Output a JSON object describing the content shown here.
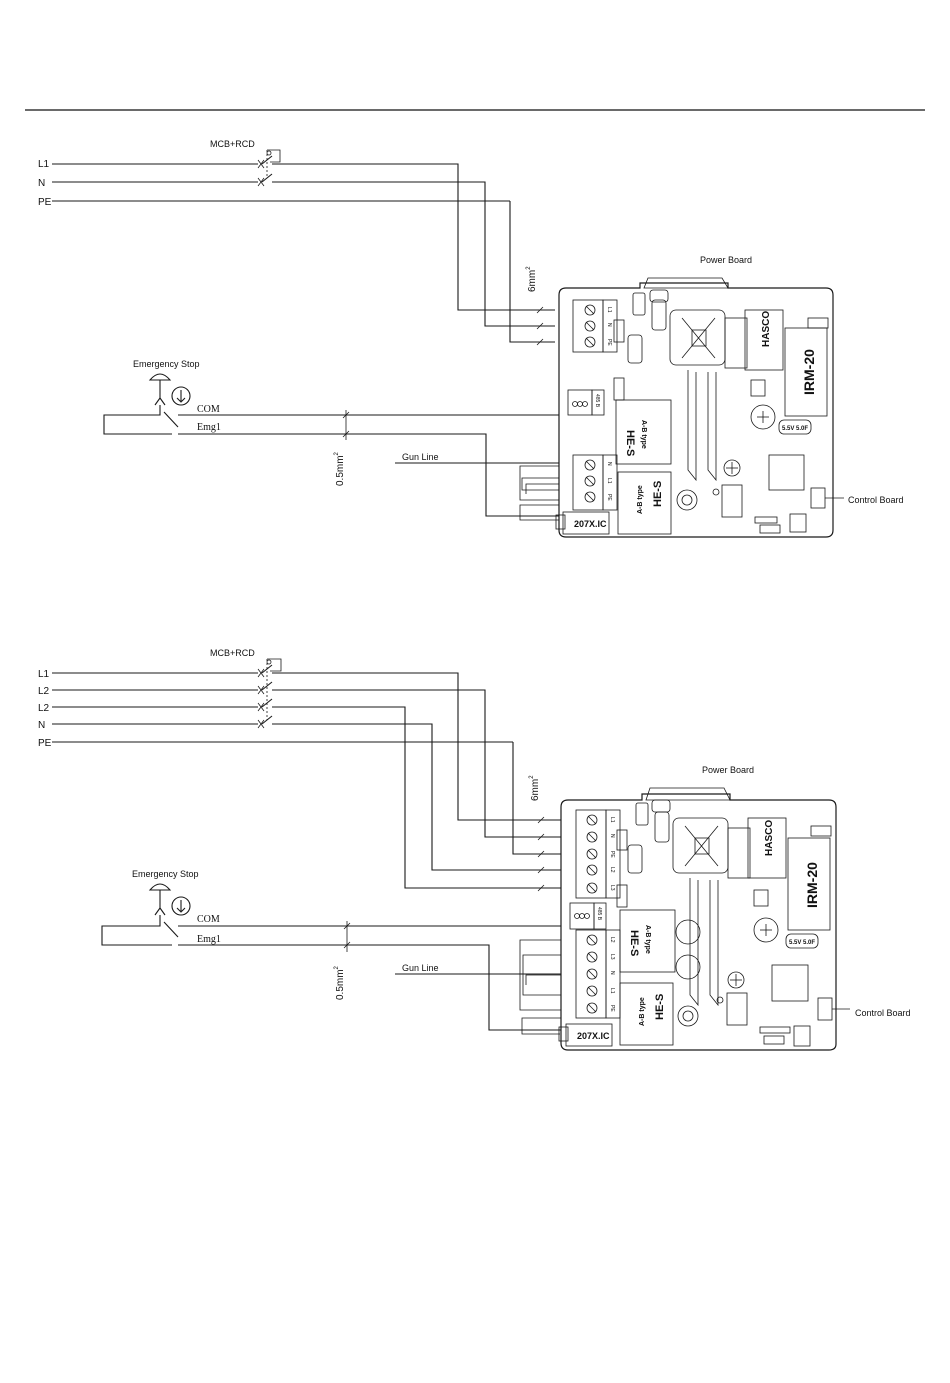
{
  "diagrams": [
    {
      "breaker_label": "MCB+RCD",
      "lines": [
        "L1",
        "N",
        "PE"
      ],
      "cable_size_power": "6mm",
      "cable_size_signal": "0.5mm",
      "power_board_label": "Power Board",
      "control_board_label": "Control Board",
      "emergency_stop_label": "Emergency Stop",
      "com_label": "COM",
      "emg_label": "Emg1",
      "gun_line_label": "Gun Line",
      "input_terminals": [
        "L1",
        "N",
        "PE"
      ],
      "output_terminals": [
        "N",
        "L1",
        "PE"
      ],
      "rs485_terminals": [
        "485 B",
        "485 A",
        "GND"
      ],
      "components": {
        "hasco": "HASCO",
        "irm": "IRM-20",
        "hes_top": "HE-S",
        "hes_top_type": "A-B type",
        "hes_bottom": "HE-S",
        "hes_bottom_type": "A-B type",
        "cap": "5.5V 5.0F",
        "relay": "207X.IC"
      }
    },
    {
      "breaker_label": "MCB+RCD",
      "lines": [
        "L1",
        "L2",
        "L2",
        "N",
        "PE"
      ],
      "cable_size_power": "6mm",
      "cable_size_signal": "0.5mm",
      "power_board_label": "Power Board",
      "control_board_label": "Control Board",
      "emergency_stop_label": "Emergency Stop",
      "com_label": "COM",
      "emg_label": "Emg1",
      "gun_line_label": "Gun Line",
      "input_terminals": [
        "L1",
        "N",
        "PE",
        "L2",
        "L3"
      ],
      "output_terminals": [
        "L2",
        "L3",
        "N",
        "L1",
        "PE"
      ],
      "rs485_terminals": [
        "485 B",
        "485 A",
        "GND"
      ],
      "components": {
        "hasco": "HASCO",
        "irm": "IRM-20",
        "hes_top": "HE-S",
        "hes_top_type": "A-B type",
        "hes_bottom": "HE-S",
        "hes_bottom_type": "A-B type",
        "cap": "5.5V 5.0F",
        "relay": "207X.IC"
      }
    }
  ],
  "superscript": "2"
}
